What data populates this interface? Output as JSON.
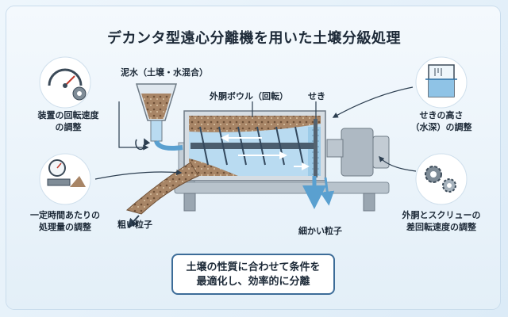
{
  "title": "デカンタ型遠心分離機を用いた土壌分級処理",
  "labels": {
    "slurry_input": "泥水（土壌・水混合）",
    "outer_bowl": "外胴ボウル（回転）",
    "weir": "せき",
    "coarse_particles": "粗い粒子",
    "fine_particles": "細かい粒子"
  },
  "controls": {
    "bowl_speed": {
      "line1": "装置の回転速度",
      "line2": "の調整",
      "icon": "speedometer-gear-icon"
    },
    "throughput": {
      "line1": "一定時間あたりの",
      "line2": "処理量の調整",
      "icon": "pressure-gauge-pipe-icon"
    },
    "weir_height": {
      "line1": "せきの高さ",
      "line2": "（水深）の調整",
      "icon": "water-level-gauge-icon"
    },
    "differential_speed": {
      "line1": "外胴とスクリューの",
      "line2": "差回転速度の調整",
      "icon": "twin-gears-icon"
    }
  },
  "summary": {
    "line1": "土壌の性質に合わせて条件を",
    "line2": "最適化し、効率的に分離"
  },
  "colors": {
    "accent": "#3c6c98",
    "water": "#8fc3e6",
    "sludge": "#a88566",
    "machine": "#c8d1d9",
    "arrow": "#2c3e50"
  }
}
